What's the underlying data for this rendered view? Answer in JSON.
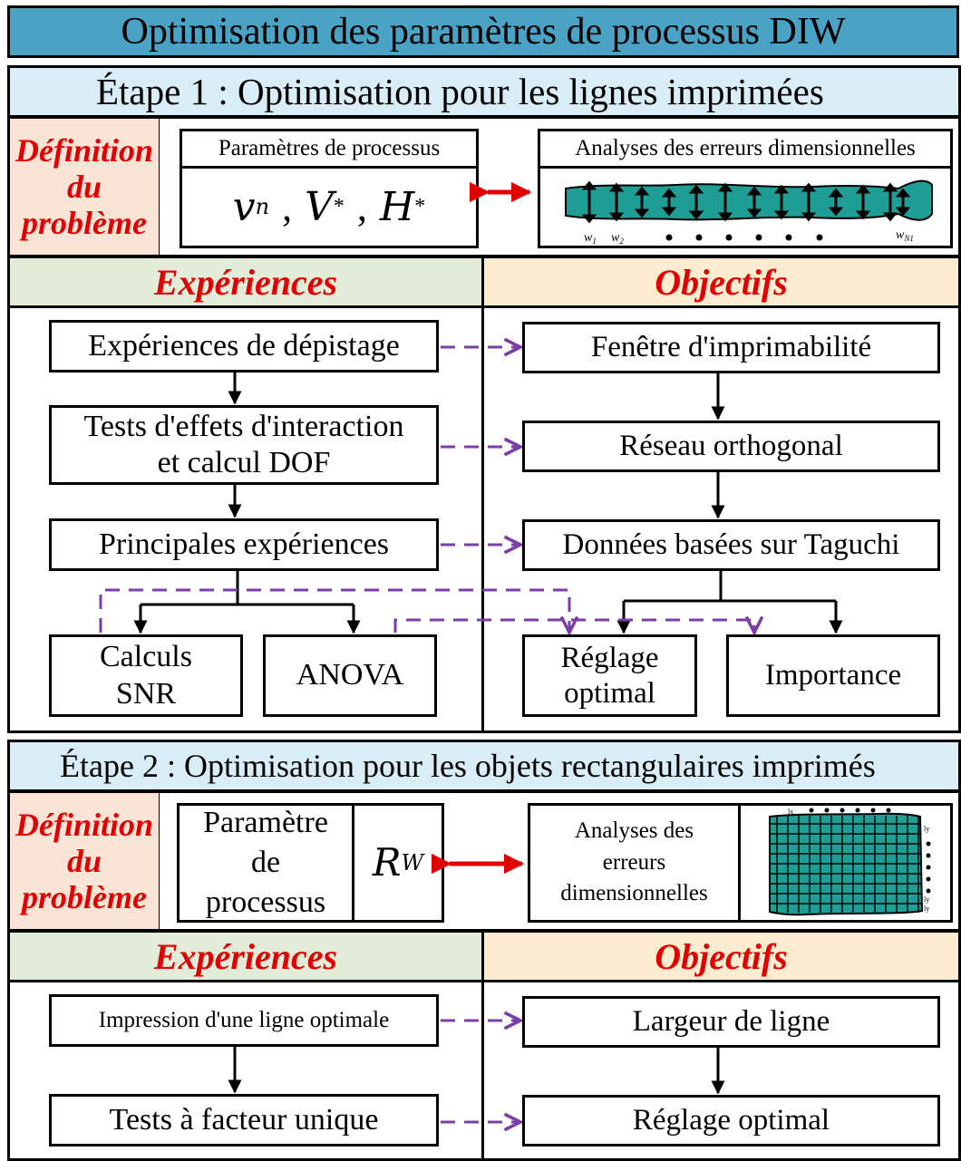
{
  "title": "Optimisation des paramètres de processus DIW",
  "colors": {
    "title_bg": "#4aa3c4",
    "stage_bg": "#d8edf5",
    "definition_bg": "#fbe3d6",
    "experiences_bg": "#e3ecd9",
    "objectifs_bg": "#fdeccf",
    "accent_red": "#e00000",
    "dash_purple": "#7a3ea6",
    "teal": "#1f9e95"
  },
  "stage1": {
    "title": "Étape 1 : Optimisation pour les lignes imprimées",
    "definition": [
      "Définition",
      "du",
      "problème"
    ],
    "params_header": "Paramètres de processus",
    "params": {
      "v": "v",
      "v_sub": "n",
      "comma": ",",
      "V": "V",
      "H": "H",
      "star": "*"
    },
    "analysis_header": "Analyses des erreurs dimensionnelles",
    "width_labels": {
      "w": "w",
      "s1": "1",
      "s2": "2",
      "sN": "N1"
    },
    "experiences_label": "Expériences",
    "objectifs_label": "Objectifs",
    "exp_screening": "Expériences de dépistage",
    "exp_interaction_1": "Tests d'effets d'interaction",
    "exp_interaction_2": "et calcul DOF",
    "exp_main": "Principales expériences",
    "exp_snr_1": "Calculs",
    "exp_snr_2": "SNR",
    "exp_anova": "ANOVA",
    "obj_window": "Fenêtre d'imprimabilité",
    "obj_orthogonal": "Réseau orthogonal",
    "obj_taguchi": "Données basées sur Taguchi",
    "obj_optimal_1": "Réglage",
    "obj_optimal_2": "optimal",
    "obj_importance": "Importance"
  },
  "stage2": {
    "title": "Étape 2 : Optimisation pour les objets rectangulaires imprimés",
    "definition": [
      "Définition",
      "du",
      "problème"
    ],
    "param_label": [
      "Paramètre",
      "de",
      "processus"
    ],
    "param_symbol": "R",
    "param_sub": "W",
    "analysis": [
      "Analyses des",
      "erreurs",
      "dimensionnelles"
    ],
    "grid_labels": {
      "top": "lx",
      "right_top": "ly",
      "right_mid": "ly",
      "right_bot": "ly"
    },
    "experiences_label": "Expériences",
    "objectifs_label": "Objectifs",
    "exp_optimal_line": "Impression d'une ligne optimale",
    "exp_single_factor": "Tests à facteur unique",
    "obj_line_width": "Largeur de ligne",
    "obj_optimal": "Réglage optimal"
  }
}
